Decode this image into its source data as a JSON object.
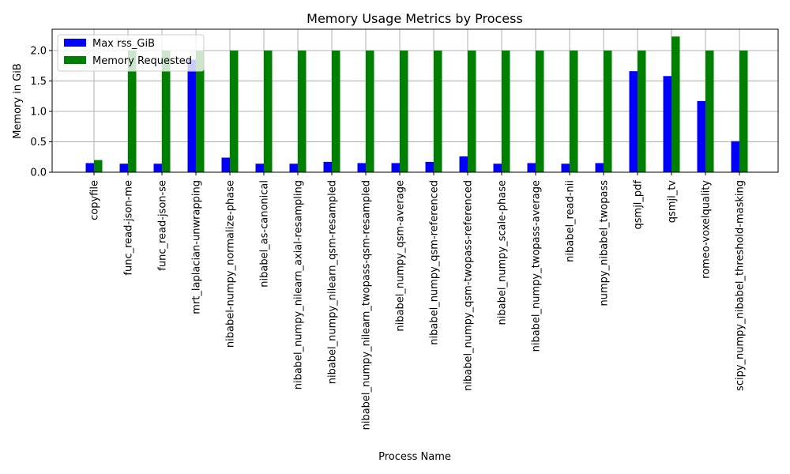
{
  "chart_data": {
    "type": "bar",
    "title": "Memory Usage Metrics by Process",
    "xlabel": "Process Name",
    "ylabel": "Memory in GiB",
    "ylim": [
      0,
      2.35
    ],
    "yticks": [
      "0.0",
      "0.5",
      "1.0",
      "1.5",
      "2.0"
    ],
    "grid": true,
    "legend_placement": "top-left",
    "categories": [
      "copyfile",
      "func_read-json-me",
      "func_read-json-se",
      "mrt_laplacian-unwrapping",
      "nibabel-numpy_normalize-phase",
      "nibabel_as-canonical",
      "nibabel_numpy_nilearn_axial-resampling",
      "nibabel_numpy_nilearn_qsm-resampled",
      "nibabel_numpy_nilearn_twopass-qsm-resampled",
      "nibabel_numpy_qsm-average",
      "nibabel_numpy_qsm-referenced",
      "nibabel_numpy_qsm-twopass-referenced",
      "nibabel_numpy_scale-phase",
      "nibabel_numpy_twopass-average",
      "nibabel_read-nii",
      "numpy_nibabel_twopass",
      "qsmjl_pdf",
      "qsmjl_tv",
      "romeo-voxelquality",
      "scipy_numpy_nibabel_threshold-masking"
    ],
    "series": [
      {
        "name": "Max rss_GiB",
        "color": "#0000ff",
        "values": [
          0.15,
          0.14,
          0.14,
          1.85,
          0.24,
          0.14,
          0.14,
          0.17,
          0.15,
          0.15,
          0.17,
          0.26,
          0.14,
          0.15,
          0.14,
          0.15,
          1.66,
          1.58,
          1.17,
          0.51
        ]
      },
      {
        "name": "Memory Requested",
        "color": "#008000",
        "values": [
          0.2,
          2.0,
          2.0,
          2.0,
          2.0,
          2.0,
          2.0,
          2.0,
          2.0,
          2.0,
          2.0,
          2.0,
          2.0,
          2.0,
          2.0,
          2.0,
          2.0,
          2.23,
          2.0,
          2.0
        ]
      }
    ]
  }
}
